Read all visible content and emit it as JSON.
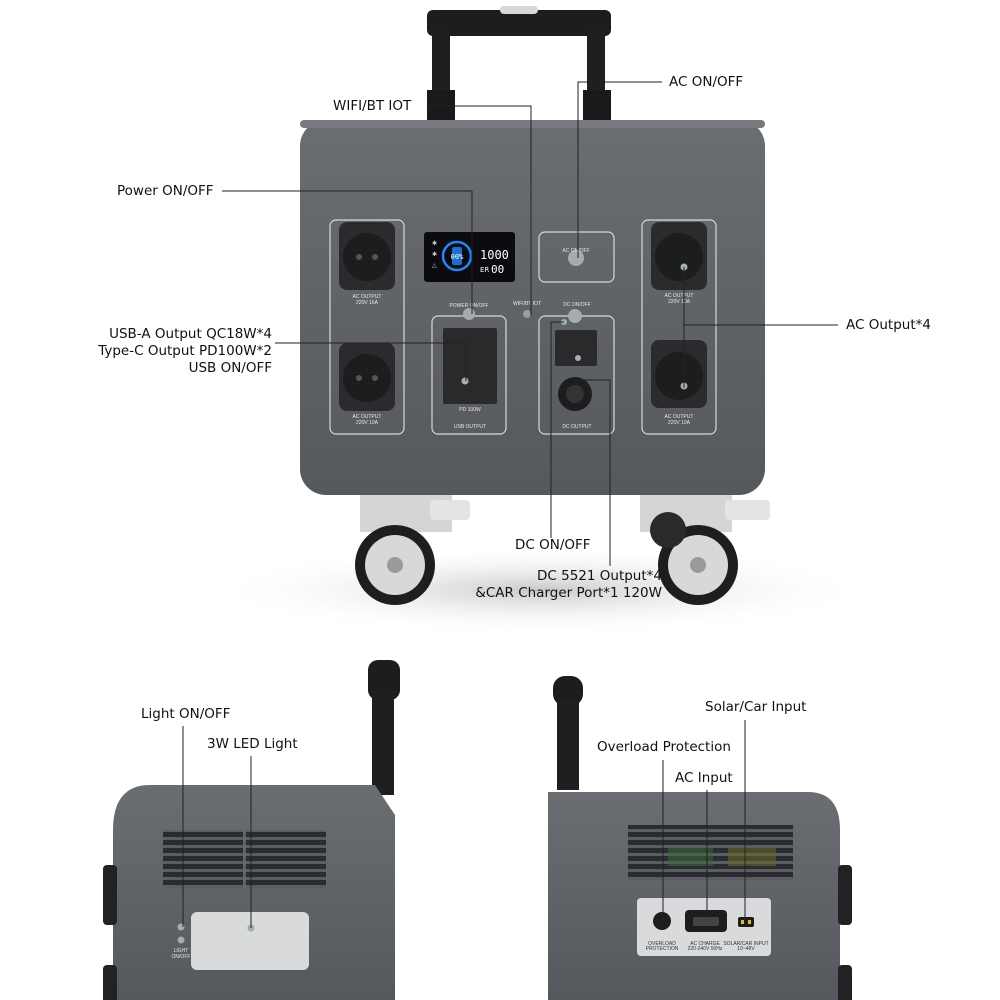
{
  "front_callouts": {
    "wifi": "WIFI/BT IOT",
    "ac_on_off": "AC ON/OFF",
    "power_on_off": "Power ON/OFF",
    "ac_output": "AC Output*4",
    "usb_line1": "USB-A Output QC18W*4",
    "usb_line2": "Type-C Output PD100W*2",
    "usb_line3": "USB ON/OFF",
    "dc_on_off": "DC ON/OFF",
    "dc_line1": "DC 5521 Output*4",
    "dc_line2": "&CAR Charger Port*1 120W"
  },
  "side_callouts": {
    "light_on_off": "Light ON/OFF",
    "led_light": "3W LED Light",
    "solar_car_input": "Solar/Car Input",
    "overload_protection": "Overload Protection",
    "ac_input": "AC Input"
  },
  "panel_labels": {
    "ac_output_16a": [
      "AC OUTPUT",
      "220V 16A"
    ],
    "ac_output_10a": [
      "AC OUTPUT",
      "220V 10A"
    ],
    "power_on_off": "POWER ON/OFF",
    "wifi_bt": "WIFI/BT IOT",
    "dc_on_off": "DC ON/OFF",
    "ac_on_off": "AC ON/OFF",
    "pd": "PD 100W",
    "usb_output": "USB OUTPUT",
    "dc_output": "DC OUTPUT",
    "light_on_off": [
      "LIGHT",
      "ON/OFF"
    ],
    "overload": [
      "OVERLOAD",
      "PROTECTION"
    ],
    "ac_charge": [
      "AC CHARGE",
      "220-240V 50Hz"
    ],
    "solar_car": [
      "SOLAR/CAR INPUT",
      "10~48V"
    ]
  },
  "display": {
    "percent": "00%",
    "watts": "1000",
    "hz": "00",
    "er": "ER"
  },
  "colors": {
    "body": "#62656a",
    "panel_outline": "#d8d8d8",
    "callout_line": "#222222",
    "dot": "#9fb3ad",
    "screen": "#0b0b10",
    "screen_accent": "#1e88ff"
  }
}
